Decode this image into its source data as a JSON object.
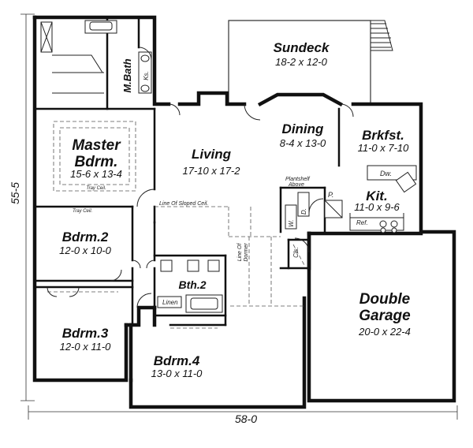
{
  "rooms": [
    {
      "name": "Sundeck",
      "size": "18-2 x 12-0"
    },
    {
      "name": "Dining",
      "size": "8-4 x 13-0"
    },
    {
      "name": "Brkfst.",
      "size": "11-0 x 7-10"
    },
    {
      "name": "Living",
      "size": "17-10 x 17-2"
    },
    {
      "name": "Master",
      "name2": "Bdrm.",
      "size": "15-6 x 13-4"
    },
    {
      "name": "Kit.",
      "size": "11-0 x 9-6"
    },
    {
      "name": "Bdrm.2",
      "size": "12-0 x 10-0"
    },
    {
      "name": "Bth.2"
    },
    {
      "name": "Double",
      "name2": "Garage",
      "size": "20-0 x 22-4"
    },
    {
      "name": "Bdrm.3",
      "size": "12-0 x 11-0"
    },
    {
      "name": "Bdrm.4",
      "size": "13-0 x 11-0"
    },
    {
      "name": "M.Bath"
    }
  ],
  "notes": {
    "ks": "Ks.",
    "tray_ceil_1": "Tray Ceil.",
    "tray_ceil_2": "Tray Ceil.",
    "sloped_ceil": "Line Of Sloped Ceil.",
    "plantshelf_1": "Plantshelf",
    "plantshelf_2": "Above",
    "dw": "Dw.",
    "pantry": "P.",
    "washer": "W.",
    "dryer": "D.",
    "ref": "Ref.",
    "dormer_1": "Line Of",
    "dormer_2": "Dormer",
    "cls": "Cls.",
    "linen": "Linen"
  },
  "dimensions": {
    "width": "58-0",
    "depth": "55-5"
  }
}
